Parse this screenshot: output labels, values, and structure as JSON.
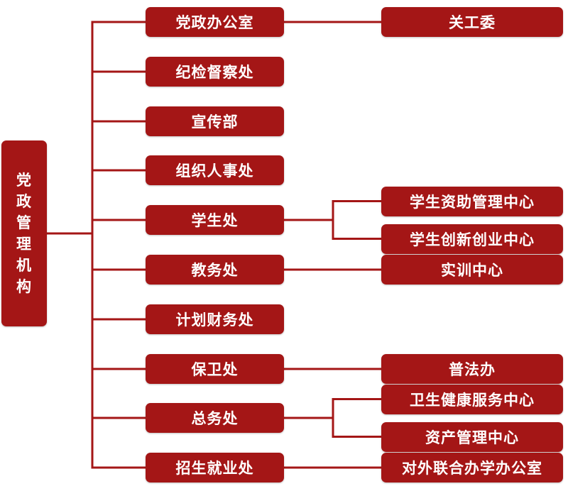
{
  "colors": {
    "box": "#a41616",
    "line": "#a41616",
    "text": "#ffffff"
  },
  "root": {
    "label": "党政管理机构"
  },
  "departments": [
    {
      "label": "党政办公室",
      "children": [
        "关工委"
      ]
    },
    {
      "label": "纪检督察处",
      "children": []
    },
    {
      "label": "宣传部",
      "children": []
    },
    {
      "label": "组织人事处",
      "children": []
    },
    {
      "label": "学生处",
      "children": [
        "学生资助管理中心",
        "学生创新创业中心"
      ]
    },
    {
      "label": "教务处",
      "children": [
        "实训中心"
      ]
    },
    {
      "label": "计划财务处",
      "children": []
    },
    {
      "label": "保卫处",
      "children": [
        "普法办"
      ]
    },
    {
      "label": "总务处",
      "children": [
        "卫生健康服务中心",
        "资产管理中心"
      ]
    },
    {
      "label": "招生就业处",
      "children": [
        "对外联合办学办公室"
      ]
    }
  ]
}
